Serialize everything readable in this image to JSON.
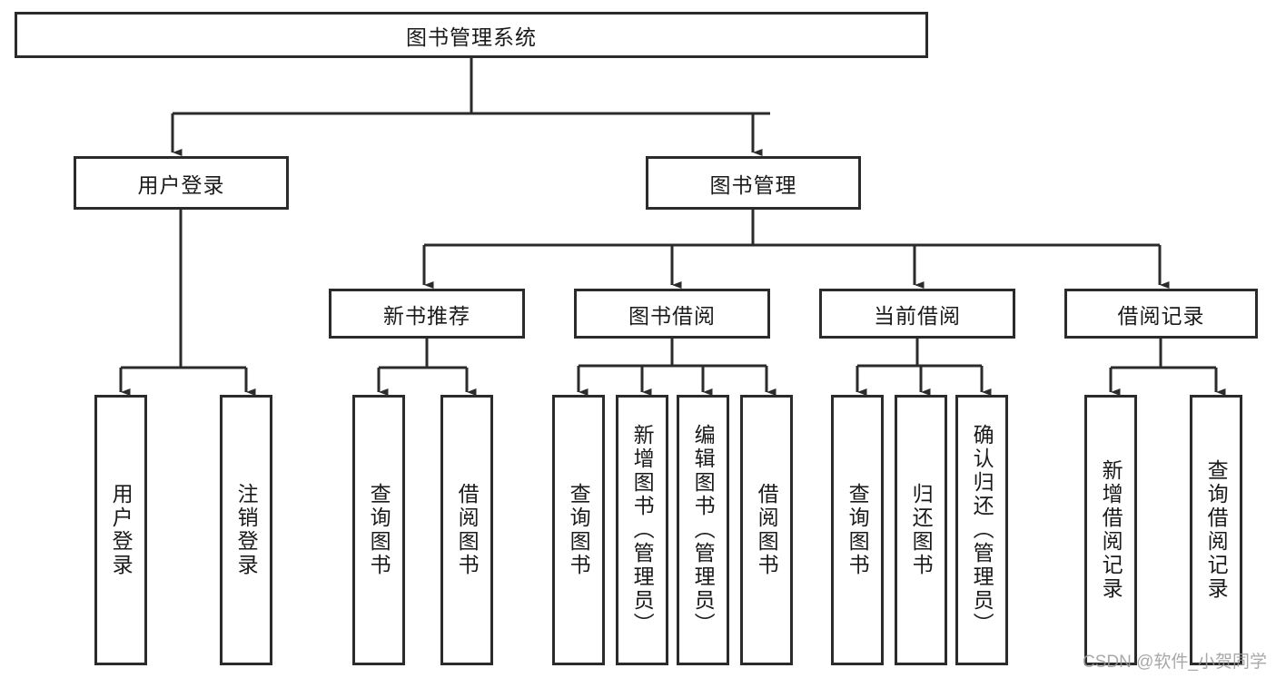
{
  "diagram": {
    "type": "tree-hierarchy",
    "title": "图书管理系统",
    "watermark": "CSDN @软件_小贺同学",
    "colors": {
      "stroke": "#2b2b2b",
      "fill": "#ffffff",
      "text": "#1a1a1a",
      "watermark": "#9a9a9a"
    },
    "levels": {
      "level1": [
        "图书管理系统"
      ],
      "level2": [
        "用户登录",
        "图书管理"
      ],
      "level3": [
        "新书推荐",
        "图书借阅",
        "当前借阅",
        "借阅记录"
      ],
      "level4": [
        "用户登录",
        "注销登录",
        "查询图书",
        "借阅图书",
        "查询图书",
        "新增图书（管理员）",
        "编辑图书（管理员）",
        "借阅图书",
        "查询图书",
        "归还图书",
        "确认归还（管理员）",
        "新增借阅记录",
        "查询借阅记录"
      ]
    },
    "nodes": {
      "root": {
        "label": "图书管理系统"
      },
      "user_login": {
        "label": "用户登录"
      },
      "book_manage": {
        "label": "图书管理"
      },
      "new_book_rec": {
        "label": "新书推荐"
      },
      "book_borrow": {
        "label": "图书借阅"
      },
      "current_borrow": {
        "label": "当前借阅"
      },
      "borrow_record": {
        "label": "借阅记录"
      },
      "leaf_user_login": {
        "label": "用户登录"
      },
      "leaf_logout": {
        "label": "注销登录"
      },
      "leaf_query_book_1": {
        "label": "查询图书"
      },
      "leaf_borrow_book_1": {
        "label": "借阅图书"
      },
      "leaf_query_book_2": {
        "label": "查询图书"
      },
      "leaf_add_book_admin": {
        "label": "新增图书（管理员）"
      },
      "leaf_edit_book_admin": {
        "label": "编辑图书（管理员）"
      },
      "leaf_borrow_book_2": {
        "label": "借阅图书"
      },
      "leaf_query_book_3": {
        "label": "查询图书"
      },
      "leaf_return_book": {
        "label": "归还图书"
      },
      "leaf_confirm_return_admin": {
        "label": "确认归还（管理员）"
      },
      "leaf_add_borrow_record": {
        "label": "新增借阅记录"
      },
      "leaf_query_borrow_record": {
        "label": "查询借阅记录"
      }
    },
    "edges": [
      {
        "from": "root",
        "to": "user_login"
      },
      {
        "from": "root",
        "to": "book_manage"
      },
      {
        "from": "user_login",
        "to": "leaf_user_login"
      },
      {
        "from": "user_login",
        "to": "leaf_logout"
      },
      {
        "from": "book_manage",
        "to": "new_book_rec"
      },
      {
        "from": "book_manage",
        "to": "book_borrow"
      },
      {
        "from": "book_manage",
        "to": "current_borrow"
      },
      {
        "from": "book_manage",
        "to": "borrow_record"
      },
      {
        "from": "new_book_rec",
        "to": "leaf_query_book_1"
      },
      {
        "from": "new_book_rec",
        "to": "leaf_borrow_book_1"
      },
      {
        "from": "book_borrow",
        "to": "leaf_query_book_2"
      },
      {
        "from": "book_borrow",
        "to": "leaf_add_book_admin"
      },
      {
        "from": "book_borrow",
        "to": "leaf_edit_book_admin"
      },
      {
        "from": "book_borrow",
        "to": "leaf_borrow_book_2"
      },
      {
        "from": "current_borrow",
        "to": "leaf_query_book_3"
      },
      {
        "from": "current_borrow",
        "to": "leaf_return_book"
      },
      {
        "from": "current_borrow",
        "to": "leaf_confirm_return_admin"
      },
      {
        "from": "borrow_record",
        "to": "leaf_add_borrow_record"
      },
      {
        "from": "borrow_record",
        "to": "leaf_query_borrow_record"
      }
    ]
  }
}
